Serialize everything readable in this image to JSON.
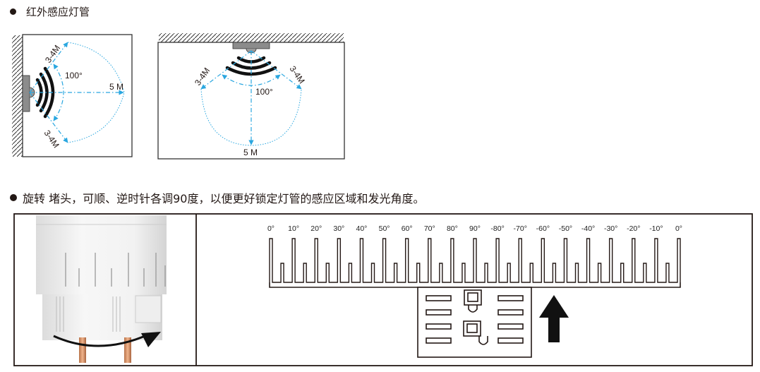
{
  "section1": {
    "title": "红外感应灯管",
    "diagram_wall": {
      "range_upper": "3-4M",
      "range_lower": "3-4M",
      "angle": "100°",
      "distance": "5 M"
    },
    "diagram_ceiling": {
      "range_left": "3-4M",
      "range_right": "3-4M",
      "angle": "100°",
      "distance": "5 M"
    }
  },
  "section2": {
    "title": "旋转 堵头，可顺、逆时针各调90度，以便更好锁定灯管的感应区域和发光角度。",
    "scale_labels": [
      "0°",
      "10°",
      "20°",
      "30°",
      "40°",
      "50°",
      "60°",
      "70°",
      "80°",
      "90°",
      "-80°",
      "-70°",
      "-60°",
      "-50°",
      "-40°",
      "-30°",
      "-20°",
      "-10°",
      "0°"
    ]
  },
  "colors": {
    "accent_blue": "#2aa7e0",
    "ink": "#231815",
    "sensor_gray": "#8c8c8c"
  }
}
